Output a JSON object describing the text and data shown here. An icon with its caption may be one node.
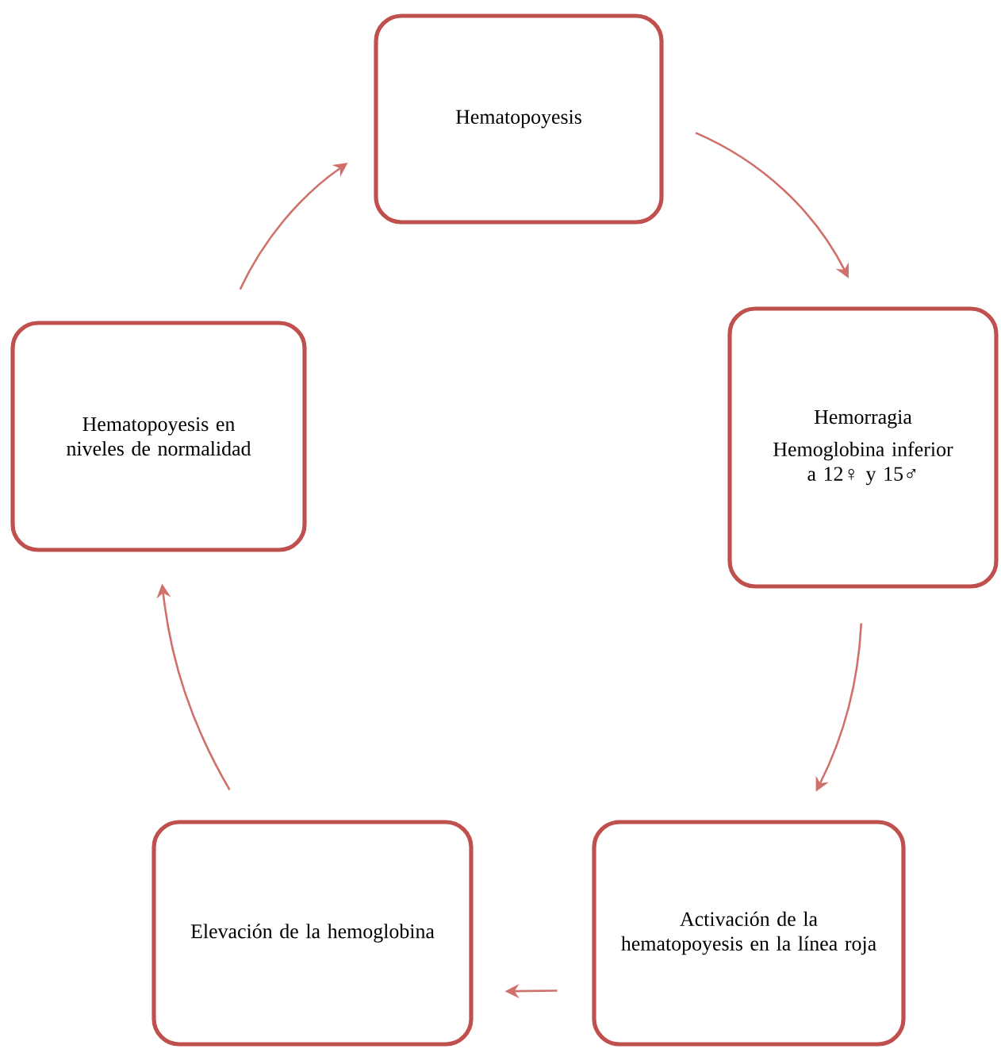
{
  "diagram": {
    "nodes": [
      {
        "text": [
          "Hematopoyesis"
        ]
      },
      {
        "text": [
          "Hemorragia",
          "Hemoglobina inferior a 12♀ y 15♂"
        ]
      },
      {
        "text": [
          "Activación de la hematopoyesis en la línea roja"
        ]
      },
      {
        "text": [
          "Elevación de la hemoglobina"
        ]
      },
      {
        "text": [
          "Hematopoyesis en niveles de normalidad"
        ]
      }
    ],
    "edges": [
      {
        "from": 0,
        "to": 1,
        "arrow": "to"
      },
      {
        "from": 1,
        "to": 2,
        "arrow": "to"
      },
      {
        "from": 2,
        "to": 3,
        "arrow": "to"
      },
      {
        "from": 3,
        "to": 4,
        "arrow": "to"
      },
      {
        "from": 4,
        "to": 0,
        "arrow": "to"
      }
    ]
  }
}
